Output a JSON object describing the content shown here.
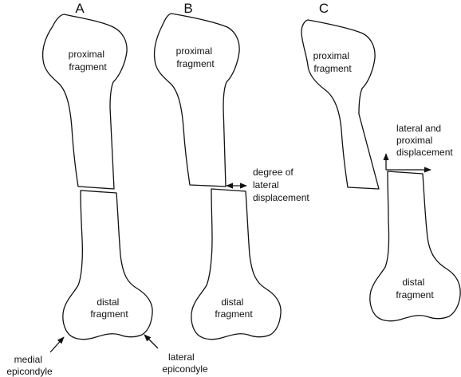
{
  "panels": {
    "a": {
      "label": "A",
      "proximal_label": [
        "proximal",
        "fragment"
      ],
      "distal_label": [
        "distal",
        "fragment"
      ],
      "medial_label": [
        "medial",
        "epicondyle"
      ],
      "lateral_label": [
        "lateral",
        "epicondyle"
      ]
    },
    "b": {
      "label": "B",
      "proximal_label": [
        "proximal",
        "fragment"
      ],
      "distal_label": [
        "distal",
        "fragment"
      ],
      "annotation": [
        "degree of",
        "lateral",
        "displacement"
      ]
    },
    "c": {
      "label": "C",
      "proximal_label": [
        "proximal",
        "fragment"
      ],
      "distal_label": [
        "distal",
        "fragment"
      ],
      "annotation": [
        "lateral and",
        "proximal",
        "displacement"
      ]
    }
  },
  "colors": {
    "line": "#111111",
    "fill": "#ffffff"
  }
}
